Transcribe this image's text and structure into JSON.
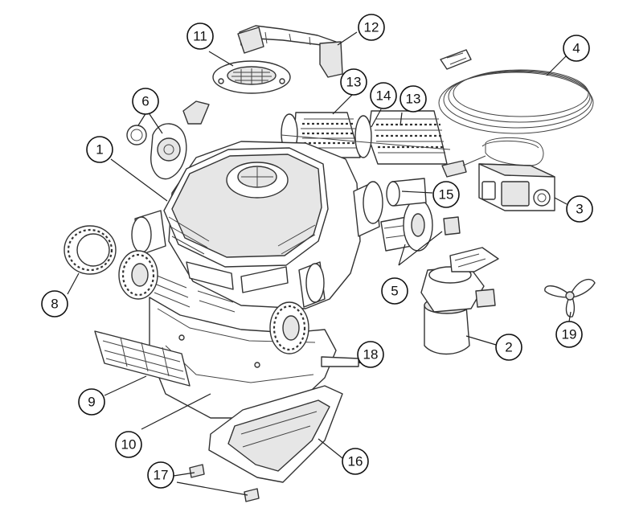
{
  "callouts": [
    {
      "id": "1",
      "label": "1"
    },
    {
      "id": "2",
      "label": "2"
    },
    {
      "id": "3",
      "label": "3"
    },
    {
      "id": "4",
      "label": "4"
    },
    {
      "id": "5",
      "label": "5"
    },
    {
      "id": "6",
      "label": "6"
    },
    {
      "id": "8",
      "label": "8"
    },
    {
      "id": "9",
      "label": "9"
    },
    {
      "id": "10",
      "label": "10"
    },
    {
      "id": "11",
      "label": "11"
    },
    {
      "id": "12",
      "label": "12"
    },
    {
      "id": "13a",
      "label": "13"
    },
    {
      "id": "13b",
      "label": "13"
    },
    {
      "id": "14",
      "label": "14"
    },
    {
      "id": "15",
      "label": "15"
    },
    {
      "id": "16",
      "label": "16"
    },
    {
      "id": "17",
      "label": "17"
    },
    {
      "id": "18",
      "label": "18"
    },
    {
      "id": "19",
      "label": "19"
    }
  ]
}
